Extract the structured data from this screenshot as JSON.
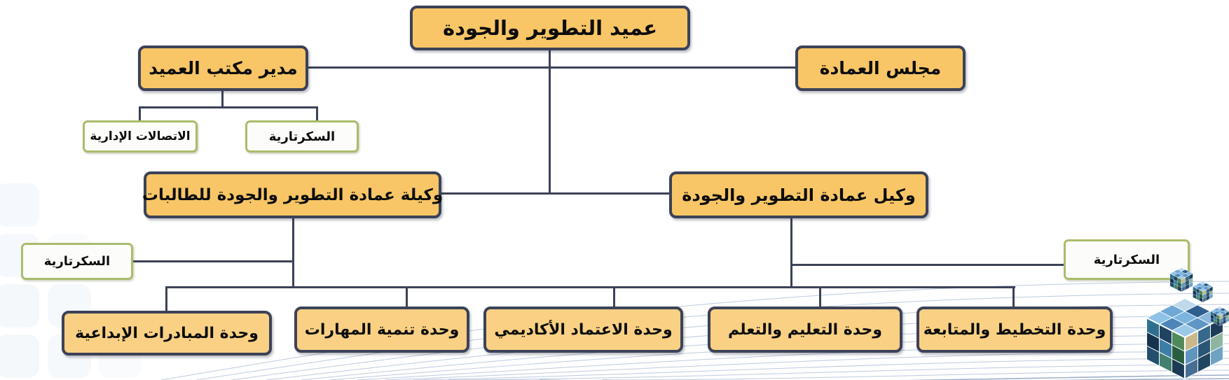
{
  "org": {
    "dean": "عميد التطوير والجودة",
    "office_director": "مدير مكتب العميد",
    "council": "مجلس العمادة",
    "admin_communications": "الاتصالات الإدارية",
    "office_secretariat": "السكرتارية",
    "vice_dean_female": "وكيلة عمادة التطوير والجودة للطالبات",
    "vice_dean_male": "وكيل عمادة التطوير والجودة",
    "secretariat_female_side": "السكرتارية",
    "secretariat_male_side": "السكرتارية",
    "units": [
      "وحدة المبادرات الإبداعية",
      "وحدة تنمية المهارات",
      "وحدة الاعتماد الأكاديمي",
      "وحدة التعليم والتعلم",
      "وحدة التخطيط والمتابعة"
    ]
  },
  "colors": {
    "node_fill": "#F8C666",
    "unit_fill": "#FAD184",
    "node_border": "#3C4257",
    "connector": "#3C4257",
    "secretariat_border": "#A9BC6B",
    "secretariat_fill": "#FCFCFA",
    "background": "#FFFFFF",
    "wave_lines": "#A0B4D0"
  }
}
